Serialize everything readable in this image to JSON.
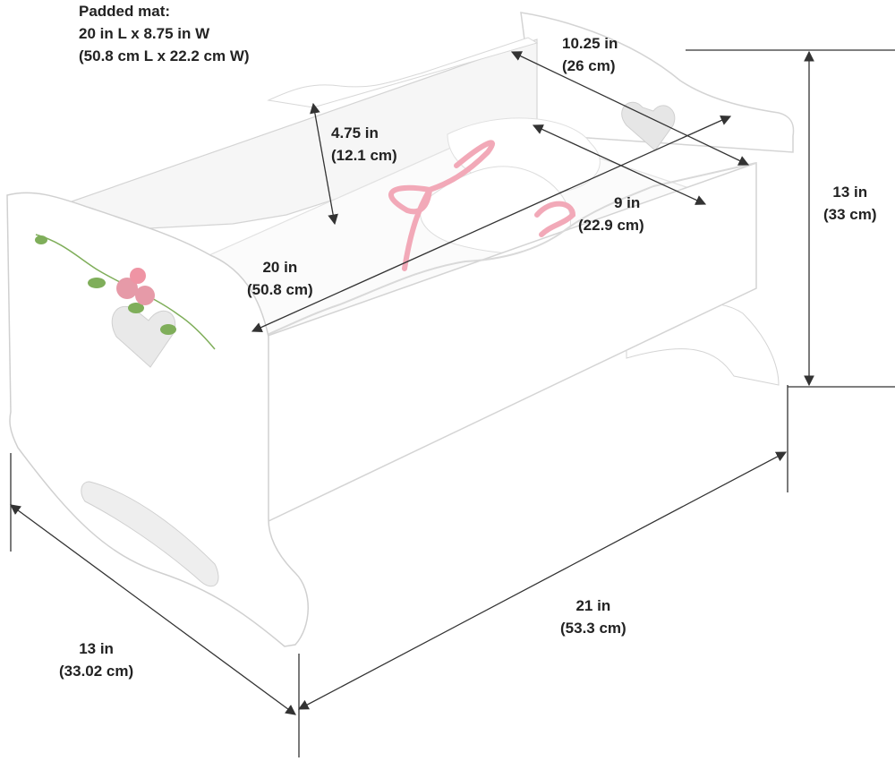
{
  "colors": {
    "furniture": "#ffffff",
    "furniture_shadow": "#e6e6e6",
    "outline": "#d4d4d4",
    "bedding": "#fbfbfb",
    "ribbon": "#f2a9b8",
    "leaf": "#7fae5a",
    "rose": "#e69aa8",
    "dimension_line": "#333333",
    "text": "#222222"
  },
  "icons": {
    "cradle": "doll-cradle-illustration",
    "heart_cutout": "heart-icon",
    "rose_decal": "rose-icon",
    "bow": "ribbon-bow-icon"
  },
  "labels": {
    "mat": {
      "title": "Padded mat:",
      "imperial": "20 in L x 8.75 in W",
      "metric": "(50.8 cm L x 22.2 cm W)"
    },
    "headboard_width": {
      "imperial": "10.25 in",
      "metric": "(26 cm)"
    },
    "side_depth": {
      "imperial": "4.75 in",
      "metric": "(12.1 cm)"
    },
    "inner_width": {
      "imperial": "9 in",
      "metric": "(22.9 cm)"
    },
    "inner_length": {
      "imperial": "20 in",
      "metric": "(50.8 cm)"
    },
    "total_height": {
      "imperial": "13 in",
      "metric": "(33 cm)"
    },
    "total_length": {
      "imperial": "21 in",
      "metric": "(53.3 cm)"
    },
    "total_width": {
      "imperial": "13 in",
      "metric": "(33.02 cm)"
    }
  }
}
